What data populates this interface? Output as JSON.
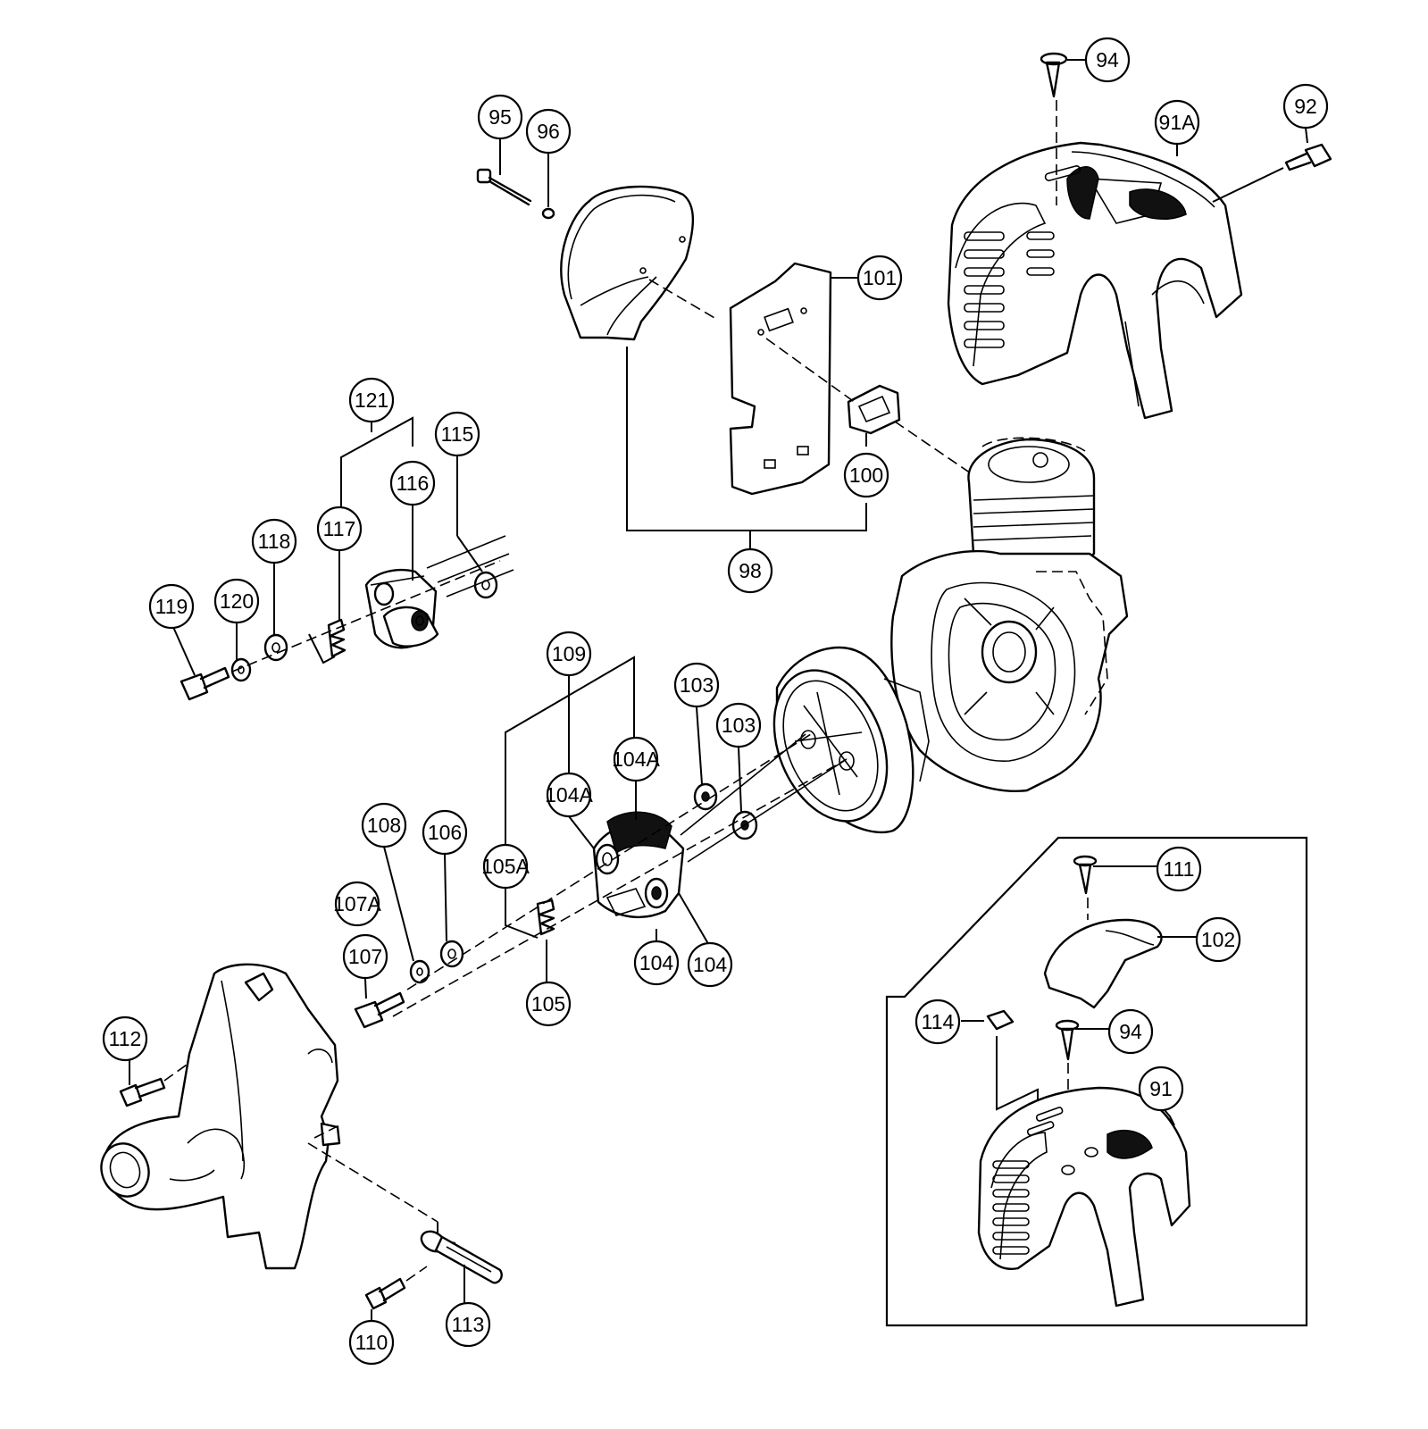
{
  "callouts": [
    {
      "id": "c94a",
      "label": "94"
    },
    {
      "id": "c92",
      "label": "92"
    },
    {
      "id": "c91a",
      "label": "91A"
    },
    {
      "id": "c95",
      "label": "95"
    },
    {
      "id": "c96",
      "label": "96"
    },
    {
      "id": "c101",
      "label": "101"
    },
    {
      "id": "c100",
      "label": "100"
    },
    {
      "id": "c98",
      "label": "98"
    },
    {
      "id": "c121",
      "label": "121"
    },
    {
      "id": "c115",
      "label": "115"
    },
    {
      "id": "c116",
      "label": "116"
    },
    {
      "id": "c117",
      "label": "117"
    },
    {
      "id": "c118",
      "label": "118"
    },
    {
      "id": "c119",
      "label": "119"
    },
    {
      "id": "c120",
      "label": "120"
    },
    {
      "id": "c109",
      "label": "109"
    },
    {
      "id": "c103a",
      "label": "103"
    },
    {
      "id": "c103b",
      "label": "103"
    },
    {
      "id": "c104a1",
      "label": "104A"
    },
    {
      "id": "c104a2",
      "label": "104A"
    },
    {
      "id": "c108",
      "label": "108"
    },
    {
      "id": "c106",
      "label": "106"
    },
    {
      "id": "c105a",
      "label": "105A"
    },
    {
      "id": "c107a",
      "label": "107A"
    },
    {
      "id": "c107",
      "label": "107"
    },
    {
      "id": "c105",
      "label": "105"
    },
    {
      "id": "c104b1",
      "label": "104"
    },
    {
      "id": "c104b2",
      "label": "104"
    },
    {
      "id": "c112",
      "label": "112"
    },
    {
      "id": "c110",
      "label": "110"
    },
    {
      "id": "c113",
      "label": "113"
    },
    {
      "id": "c111",
      "label": "111"
    },
    {
      "id": "c102",
      "label": "102"
    },
    {
      "id": "c114",
      "label": "114"
    },
    {
      "id": "c94b",
      "label": "94"
    },
    {
      "id": "c91",
      "label": "91"
    }
  ]
}
